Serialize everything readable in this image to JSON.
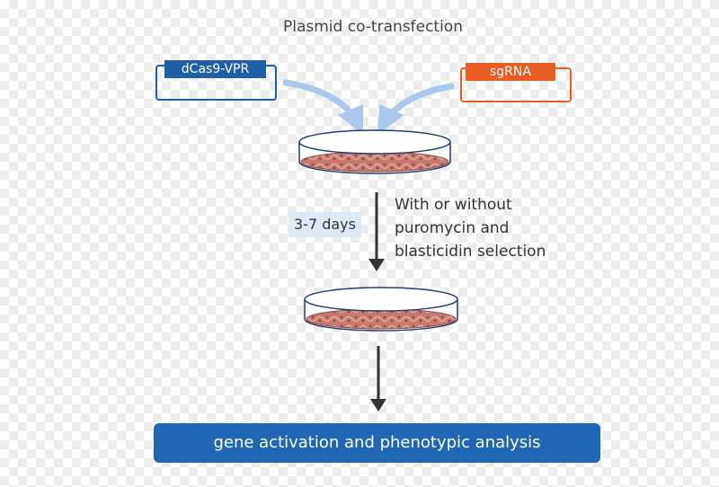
{
  "title": "Plasmid co-transfection",
  "plasmids": {
    "left": {
      "label": "dCas9-VPR",
      "color": "#1f5fa8"
    },
    "right": {
      "label": "sgRNA",
      "color": "#e85d23"
    }
  },
  "duration": "3-7 days",
  "selection_note": [
    "With or without",
    "puromycin and",
    "blasticidin selection"
  ],
  "result": "gene activation and phenotypic analysis",
  "colors": {
    "arrow_blue": "#a9c8ec",
    "arrow_dark": "#333333",
    "dish_outline": "#1f3f6f",
    "cells": "#c97a6e",
    "result_bg": "#1f66b3"
  }
}
